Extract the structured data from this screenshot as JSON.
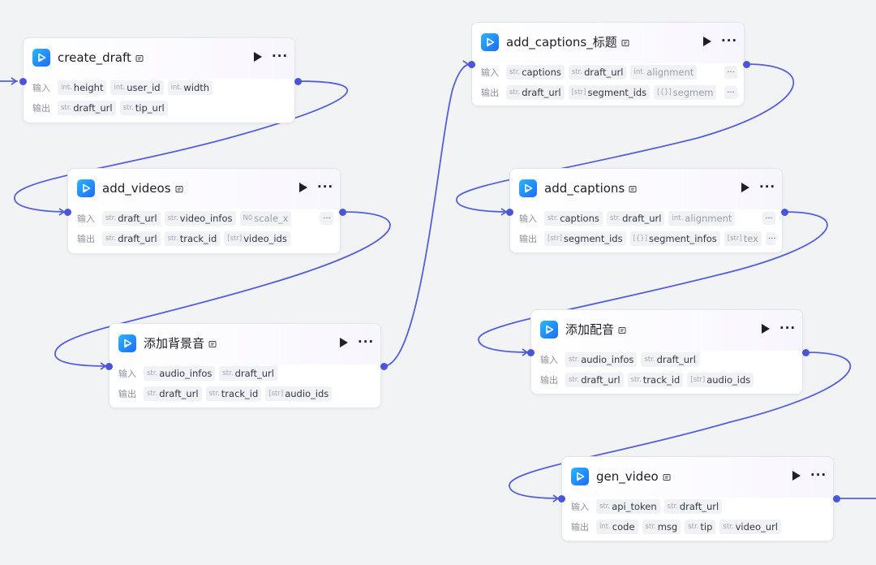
{
  "labels": {
    "input": "输入",
    "output": "输出"
  },
  "colors": {
    "edge": "#5560d6",
    "port": "#4b55d8",
    "icon_gradient_start": "#28b7ff",
    "icon_gradient_end": "#1e6bff"
  },
  "icons": {
    "node": "play-video-icon",
    "doc": "doc-icon",
    "run": "run-icon",
    "more": "more-icon"
  },
  "nodes": [
    {
      "id": "create_draft",
      "title": "create_draft",
      "inputs": [
        {
          "type": "int.",
          "name": "height"
        },
        {
          "type": "int.",
          "name": "user_id"
        },
        {
          "type": "int.",
          "name": "width"
        }
      ],
      "outputs": [
        {
          "type": "str.",
          "name": "draft_url"
        },
        {
          "type": "str.",
          "name": "tip_url"
        }
      ]
    },
    {
      "id": "add_videos",
      "title": "add_videos",
      "inputs": [
        {
          "type": "str.",
          "name": "draft_url"
        },
        {
          "type": "str.",
          "name": "video_infos"
        },
        {
          "type": "N0",
          "name": "scale_x"
        }
      ],
      "outputs": [
        {
          "type": "str.",
          "name": "draft_url"
        },
        {
          "type": "str.",
          "name": "track_id"
        },
        {
          "type": "[str]",
          "name": "video_ids"
        }
      ]
    },
    {
      "id": "add_bgm",
      "title": "添加背景音",
      "inputs": [
        {
          "type": "str.",
          "name": "audio_infos"
        },
        {
          "type": "str.",
          "name": "draft_url"
        }
      ],
      "outputs": [
        {
          "type": "str.",
          "name": "draft_url"
        },
        {
          "type": "str.",
          "name": "track_id"
        },
        {
          "type": "[str]",
          "name": "audio_ids"
        }
      ]
    },
    {
      "id": "add_captions_title",
      "title": "add_captions_标题",
      "inputs": [
        {
          "type": "str.",
          "name": "captions"
        },
        {
          "type": "str.",
          "name": "draft_url"
        },
        {
          "type": "int.",
          "name": "alignment"
        }
      ],
      "outputs": [
        {
          "type": "str.",
          "name": "draft_url"
        },
        {
          "type": "[str]",
          "name": "segment_ids"
        },
        {
          "type": "[{}]",
          "name": "segmem"
        }
      ]
    },
    {
      "id": "add_captions",
      "title": "add_captions",
      "inputs": [
        {
          "type": "str.",
          "name": "captions"
        },
        {
          "type": "str.",
          "name": "draft_url"
        },
        {
          "type": "int.",
          "name": "alignment"
        }
      ],
      "outputs": [
        {
          "type": "[str]",
          "name": "segment_ids"
        },
        {
          "type": "[{}]",
          "name": "segment_infos"
        },
        {
          "type": "[str]",
          "name": "tex"
        }
      ]
    },
    {
      "id": "add_voiceover",
      "title": "添加配音",
      "inputs": [
        {
          "type": "str.",
          "name": "audio_infos"
        },
        {
          "type": "str.",
          "name": "draft_url"
        }
      ],
      "outputs": [
        {
          "type": "str.",
          "name": "draft_url"
        },
        {
          "type": "str.",
          "name": "track_id"
        },
        {
          "type": "[str]",
          "name": "audio_ids"
        }
      ]
    },
    {
      "id": "gen_video",
      "title": "gen_video",
      "inputs": [
        {
          "type": "str.",
          "name": "api_token"
        },
        {
          "type": "str.",
          "name": "draft_url"
        }
      ],
      "outputs": [
        {
          "type": "int.",
          "name": "code"
        },
        {
          "type": "str.",
          "name": "msg"
        },
        {
          "type": "str.",
          "name": "tip"
        },
        {
          "type": "str.",
          "name": "video_url"
        }
      ]
    }
  ]
}
